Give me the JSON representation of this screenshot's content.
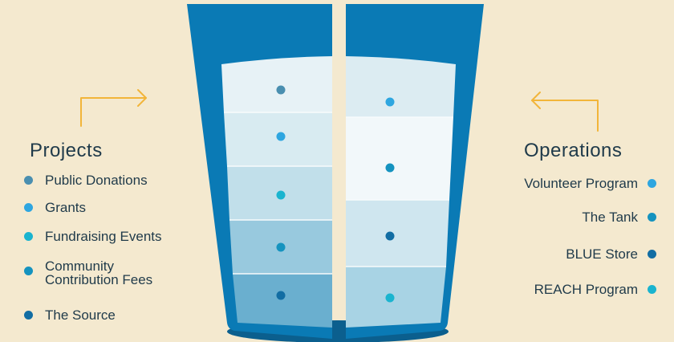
{
  "projects": {
    "title": "Projects",
    "items": [
      {
        "label": "Public Donations",
        "color": "#4a8fb0"
      },
      {
        "label": "Grants",
        "color": "#2ea6e0"
      },
      {
        "label": "Fundraising Events",
        "color": "#1ab4cf"
      },
      {
        "label": "Community\nContribution Fees",
        "color": "#1593bf"
      },
      {
        "label": "The Source",
        "color": "#126da3"
      }
    ]
  },
  "operations": {
    "title": "Operations",
    "items": [
      {
        "label": "Volunteer Program",
        "color": "#2ea6e0"
      },
      {
        "label": "The Tank",
        "color": "#1593bf"
      },
      {
        "label": "BLUE Store",
        "color": "#126da3"
      },
      {
        "label": "REACH Program",
        "color": "#1ab4cf"
      }
    ]
  },
  "colors": {
    "background": "#f4e9cf",
    "glass": "#0a7ab5",
    "glass_dark": "#0b5f8e",
    "arrow": "#f2b53a"
  }
}
